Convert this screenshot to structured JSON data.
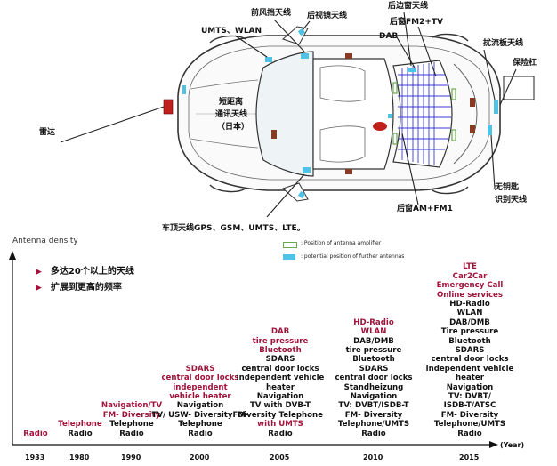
{
  "labels": {
    "windshield": "前风挡天线",
    "umts_wlan": "UMTS、WLAN",
    "mirror": "后视镜天线",
    "rear_side_window": "后边窗天线",
    "rear_window_fm2_tv": "后窗FM2+TV",
    "dab": "DAB",
    "spoiler": "扰流板天线",
    "bumper": "保险杠",
    "radar": "雷达",
    "short_range_1": "短距离",
    "short_range_2": "通讯天线",
    "short_range_3": "（日本）",
    "rear_window_am_fm1": "后窗AM+FM1",
    "keyless_1": "无钥匙",
    "keyless_2": "识别天线",
    "roof": "车顶天线GPS、GSM、UMTS、LTE。"
  },
  "legend": {
    "amplifier": ": Position of antenna amplifier",
    "further": ": potential position of further antennas"
  },
  "colors": {
    "accent_red": "#a0143c",
    "antenna_cyan": "#4fc3e6",
    "amplifier_green": "#6aa84f",
    "radar_red": "#c0201c",
    "grid_blue": "#3a3ad0"
  },
  "timeline": {
    "ylabel": "Antenna density",
    "xlabel": "(Year)",
    "bullets": [
      "多达20个以上的天线",
      "扩展到更高的频率"
    ],
    "years": [
      "1933",
      "1980",
      "1990",
      "2000",
      "2005",
      "2010",
      "2015"
    ],
    "columns": [
      {
        "items": [
          {
            "t": "Radio",
            "red": true
          }
        ]
      },
      {
        "items": [
          {
            "t": "Telephone",
            "red": true
          },
          {
            "t": "Radio",
            "red": false
          }
        ]
      },
      {
        "items": [
          {
            "t": "Navigation/TV",
            "red": true
          },
          {
            "t": "FM- Diversity",
            "red": true
          },
          {
            "t": "Telephone",
            "red": false
          },
          {
            "t": "Radio",
            "red": false
          }
        ]
      },
      {
        "items": [
          {
            "t": "SDARS",
            "red": true
          },
          {
            "t": "central door locks",
            "red": true
          },
          {
            "t": "independent",
            "red": true
          },
          {
            "t": "vehicle heater",
            "red": true
          },
          {
            "t": "Navigation",
            "red": false
          },
          {
            "t": "TV/ USW- DiversityFM-",
            "red": false
          },
          {
            "t": "Telephone",
            "red": false
          },
          {
            "t": "Radio",
            "red": false
          }
        ]
      },
      {
        "items": [
          {
            "t": "DAB",
            "red": true
          },
          {
            "t": "tire pressure",
            "red": true
          },
          {
            "t": "Bluetooth",
            "red": true
          },
          {
            "t": "SDARS",
            "red": false
          },
          {
            "t": "central door locks",
            "red": false
          },
          {
            "t": "independent vehicle",
            "red": false
          },
          {
            "t": "heater",
            "red": false
          },
          {
            "t": "Navigation",
            "red": false
          },
          {
            "t": "TV with DVB-T",
            "red": false
          },
          {
            "t": "Diversity Telephone",
            "red": false
          },
          {
            "t": "with UMTS",
            "red": true
          },
          {
            "t": "Radio",
            "red": false
          }
        ]
      },
      {
        "items": [
          {
            "t": "HD-Radio",
            "red": true
          },
          {
            "t": "WLAN",
            "red": true
          },
          {
            "t": "DAB/DMB",
            "red": false
          },
          {
            "t": "tire pressure",
            "red": false
          },
          {
            "t": "Bluetooth",
            "red": false
          },
          {
            "t": "SDARS",
            "red": false
          },
          {
            "t": "central door locks",
            "red": false
          },
          {
            "t": "Standheizung",
            "red": false
          },
          {
            "t": "Navigation",
            "red": false
          },
          {
            "t": "TV: DVBT/ISDB-T",
            "red": false
          },
          {
            "t": "FM- Diversity",
            "red": false
          },
          {
            "t": "Telephone/UMTS",
            "red": false
          },
          {
            "t": "Radio",
            "red": false
          }
        ]
      },
      {
        "items": [
          {
            "t": "LTE",
            "red": true
          },
          {
            "t": "Car2Car",
            "red": true
          },
          {
            "t": "Emergency Call",
            "red": true
          },
          {
            "t": "Online services",
            "red": true
          },
          {
            "t": "HD-Radio",
            "red": false
          },
          {
            "t": "WLAN",
            "red": false
          },
          {
            "t": "DAB/DMB",
            "red": false
          },
          {
            "t": "Tire pressure",
            "red": false
          },
          {
            "t": "Bluetooth",
            "red": false
          },
          {
            "t": "SDARS",
            "red": false
          },
          {
            "t": "central door locks",
            "red": false
          },
          {
            "t": "independent vehicle",
            "red": false
          },
          {
            "t": "heater",
            "red": false
          },
          {
            "t": "Navigation",
            "red": false
          },
          {
            "t": "TV: DVBT/",
            "red": false
          },
          {
            "t": "ISDB-T/ATSC",
            "red": false
          },
          {
            "t": "FM- Diversity",
            "red": false
          },
          {
            "t": "Telephone/UMTS",
            "red": false
          },
          {
            "t": "Radio",
            "red": false
          }
        ]
      }
    ]
  }
}
